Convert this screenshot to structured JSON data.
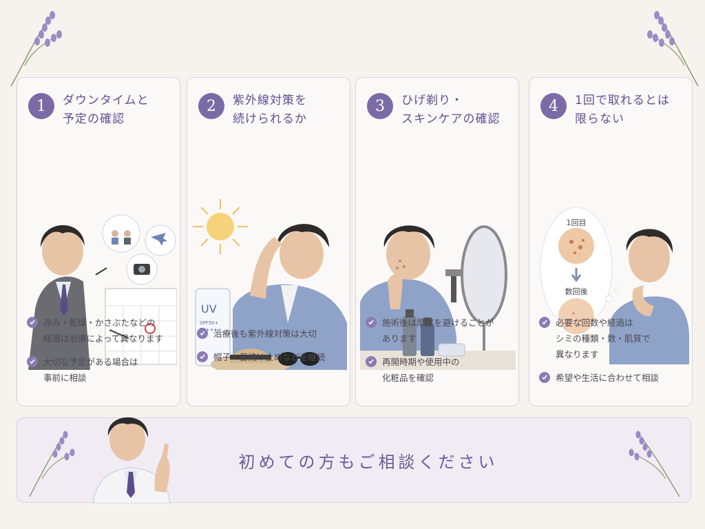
{
  "colors": {
    "accent": "#7a6aa6",
    "title": "#5f4f92",
    "card_border": "#d9d2e0",
    "background": "#f6f2ee",
    "banner_bg": "#f1ecf3"
  },
  "cards": [
    {
      "number": "1",
      "title": "ダウンタイムと\n予定の確認",
      "illustration": "businessman-calendar-illustration",
      "points": [
        "赤み・乾燥・かさぶたなどの\n経過は治療によって異なります",
        "大切な予定がある場合は\n事前に相談"
      ]
    },
    {
      "number": "2",
      "title": "紫外線対策を\n続けられるか",
      "illustration": "man-sun-uv-illustration",
      "uv_label": "UV",
      "spf_label": "SPF50+",
      "pa_label": "PA++++",
      "points": [
        "治療後も紫外線対策は大切",
        "帽子・日焼け止めなどを継続"
      ]
    },
    {
      "number": "3",
      "title": "ひげ剃り・\nスキンケアの確認",
      "illustration": "man-mirror-razor-illustration",
      "points": [
        "施術後は摩擦を避けることが\nあります",
        "再開時期や使用中の\n化粧品を確認"
      ]
    },
    {
      "number": "4",
      "title": "1回で取れるとは\n限らない",
      "illustration": "man-thinking-illustration",
      "first_label": "1回目",
      "after_label": "数回後",
      "points": [
        "必要な回数や経過は\nシミの種類・数・肌質で\n異なります",
        "希望や生活に合わせて相談"
      ]
    }
  ],
  "banner": {
    "text": "初めての方もご相談ください",
    "illustration": "doctor-pointing-illustration"
  },
  "decor": {
    "icon": "lavender-icon"
  }
}
